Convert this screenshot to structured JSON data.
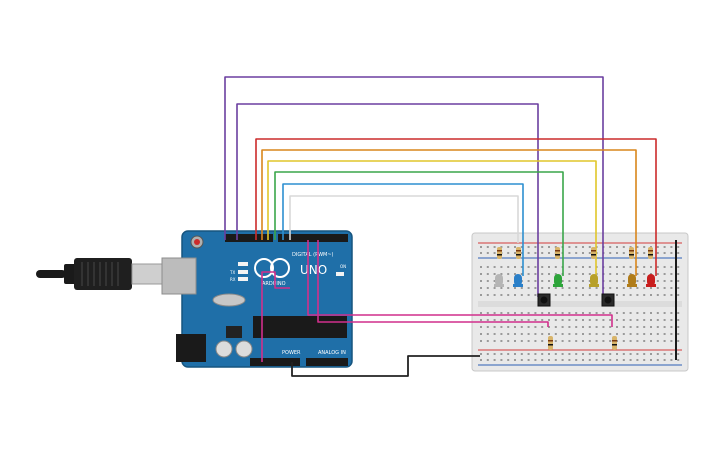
{
  "board": {
    "logo_text": "UNO",
    "brand_text": "ARDUINO",
    "digital_label": "DIGITAL (PWM~)",
    "power_label": "POWER",
    "analog_label": "ANALOG IN",
    "tx_label": "TX",
    "rx_label": "RX",
    "on_label": "ON",
    "color_board": "#1f6fa8",
    "color_header": "#1a1a1a"
  },
  "usb": {
    "cable_color": "#1a1a1a",
    "plug_color": "#cfcfcf"
  },
  "breadboard": {
    "color_body": "#e9e9e9",
    "rail_red": "#d23a3a",
    "rail_blue": "#2d5fb5"
  },
  "leds": [
    {
      "name": "white",
      "color": "#b5b5b5"
    },
    {
      "name": "blue",
      "color": "#2a7fc8"
    },
    {
      "name": "green",
      "color": "#2da43a"
    },
    {
      "name": "yellow",
      "color": "#b7a02a"
    },
    {
      "name": "orange",
      "color": "#b07c1a"
    },
    {
      "name": "red",
      "color": "#c81e1e"
    }
  ],
  "wires": [
    {
      "name": "purple-outer",
      "color": "#6b3fa0"
    },
    {
      "name": "purple-inner",
      "color": "#6b3fa0"
    },
    {
      "name": "red",
      "color": "#cc2b2b"
    },
    {
      "name": "orange",
      "color": "#d9861c"
    },
    {
      "name": "yellow",
      "color": "#e0c62a"
    },
    {
      "name": "green",
      "color": "#3aa64a"
    },
    {
      "name": "blue",
      "color": "#2d8fd0"
    },
    {
      "name": "white",
      "color": "#d8d8d8"
    },
    {
      "name": "magenta-1",
      "color": "#d12f8c"
    },
    {
      "name": "magenta-2",
      "color": "#d12f8c"
    },
    {
      "name": "ground",
      "color": "#222222"
    }
  ]
}
